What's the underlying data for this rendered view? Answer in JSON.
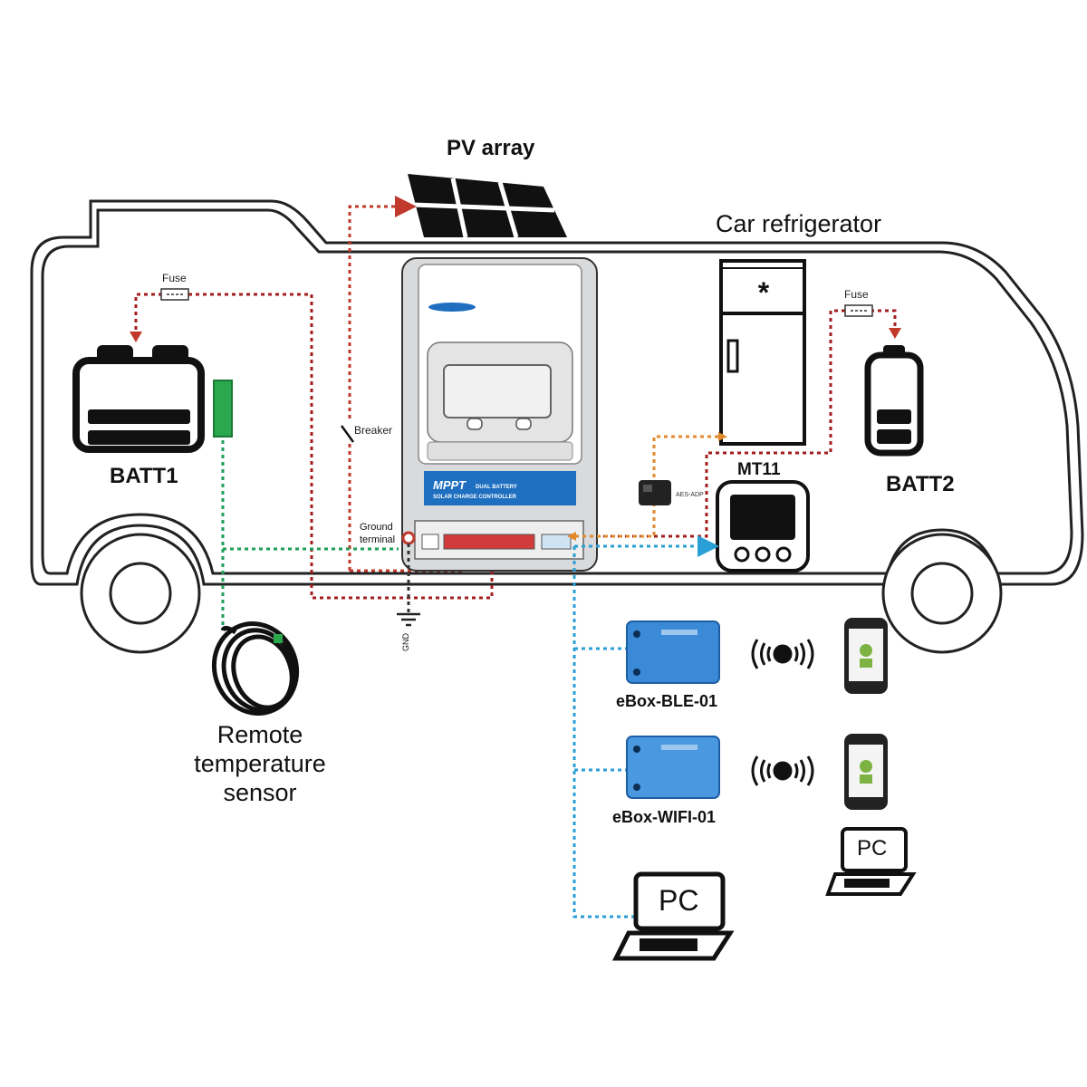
{
  "labels": {
    "pv_array": "PV array",
    "car_refrigerator": "Car refrigerator",
    "batt1": "BATT1",
    "batt2": "BATT2",
    "mt11": "MT11",
    "fuse_left": "Fuse",
    "fuse_right": "Fuse",
    "breaker": "Breaker",
    "ground_terminal_line1": "Ground",
    "ground_terminal_line2": "terminal",
    "gnd": "GND",
    "remote_sensor_line1": "Remote",
    "remote_sensor_line2": "temperature",
    "remote_sensor_line3": "sensor",
    "ebox_ble": "eBox-BLE-01",
    "ebox_wifi": "eBox-WIFI-01",
    "pc_small": "PC",
    "pc_large": "PC",
    "controller_banner_main": "MPPT",
    "controller_banner_sub1": "DUAL BATTERY",
    "controller_banner_sub2": "SOLAR CHARGE CONTROLLER"
  },
  "colors": {
    "pv_line": "#c0392b",
    "battery_line": "#a31d1d",
    "sensor_line": "#1f9e5a",
    "comm_line": "#2a9fd6",
    "meter_line": "#e08a2c",
    "ground_line": "#333333",
    "controller_blue": "#1e6fc0",
    "ebox_blue": "#3a8ad8"
  }
}
